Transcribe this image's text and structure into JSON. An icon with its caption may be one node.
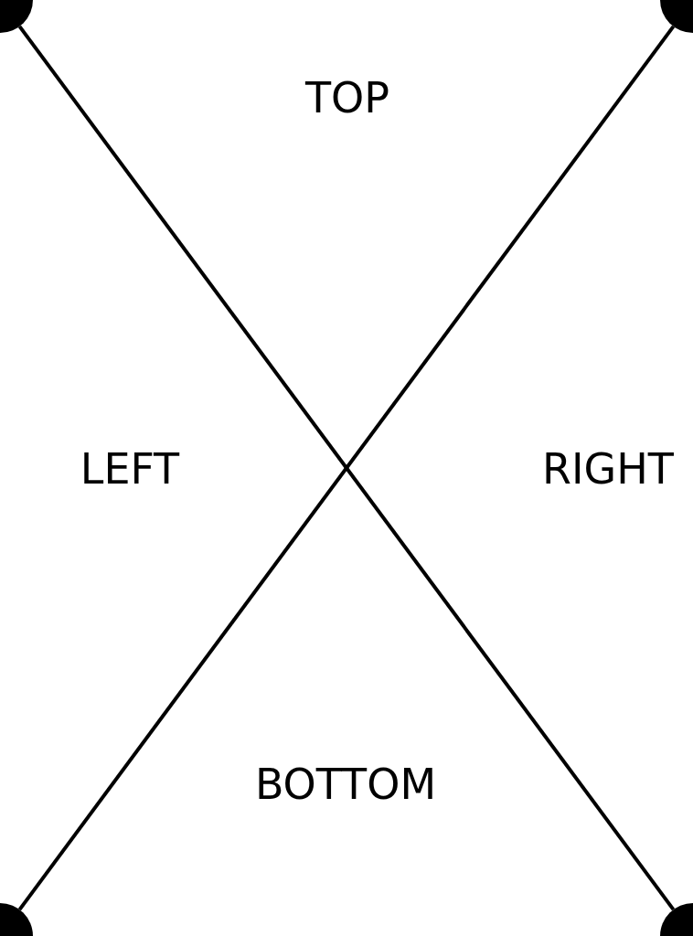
{
  "diagram": {
    "nodes": [
      {
        "text": [],
        "shape": "circle"
      },
      {
        "text": [],
        "shape": "circle"
      },
      {
        "text": [],
        "shape": "circle"
      },
      {
        "text": [],
        "shape": "circle"
      }
    ],
    "edges": [
      {
        "from": 0,
        "to": 3,
        "arrow": "none"
      },
      {
        "from": 1,
        "to": 2,
        "arrow": "none"
      }
    ],
    "labels": [
      "TOP",
      "LEFT",
      "RIGHT",
      "BOTTOM"
    ]
  }
}
